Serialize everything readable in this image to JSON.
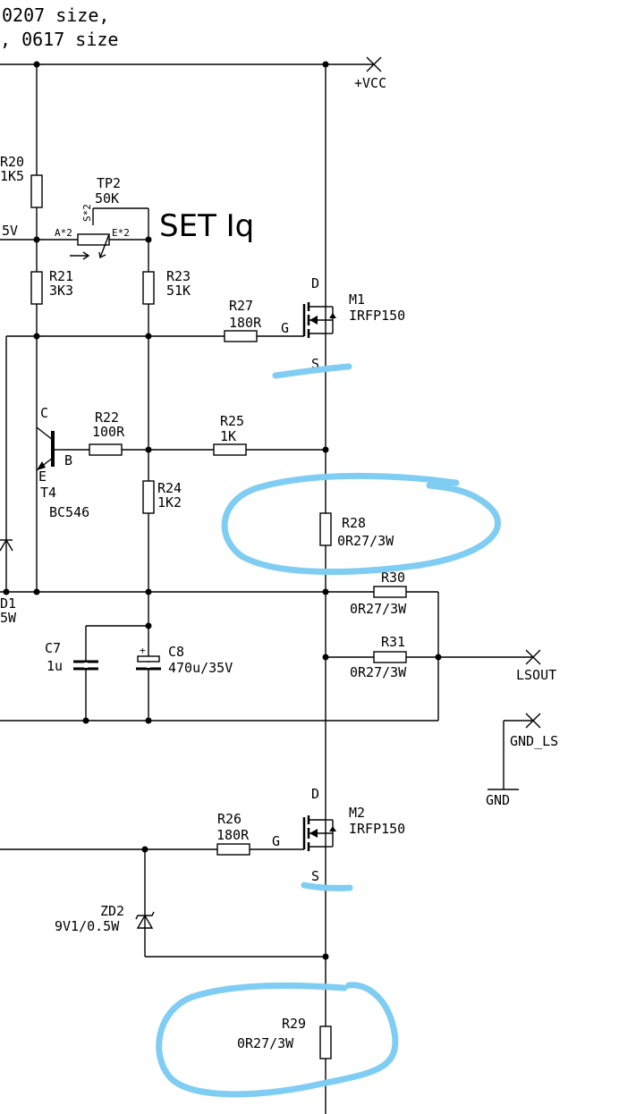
{
  "header": {
    "line1": "0207 size,",
    "line2": ", 0617 size"
  },
  "nets": {
    "vcc": "+VCC",
    "lsout": "LSOUT",
    "gnd_ls": "GND_LS",
    "gnd": "GND",
    "v5_label": "5V"
  },
  "annotation": {
    "set_iq": "SET Iq"
  },
  "components": {
    "r20": {
      "ref": "R20",
      "value": "1K5"
    },
    "tp2": {
      "ref": "TP2",
      "value": "50K",
      "pin_s": "S*2",
      "pin_a": "A*2",
      "pin_e": "E*2"
    },
    "r21": {
      "ref": "R21",
      "value": "3K3"
    },
    "r23": {
      "ref": "R23",
      "value": "51K"
    },
    "r27": {
      "ref": "R27",
      "value": "180R"
    },
    "m1": {
      "ref": "M1",
      "value": "IRFP150",
      "pin_d": "D",
      "pin_g": "G",
      "pin_s": "S"
    },
    "r22": {
      "ref": "R22",
      "value": "100R"
    },
    "r25": {
      "ref": "R25",
      "value": "1K"
    },
    "t4": {
      "ref": "T4",
      "value": "BC546",
      "pin_c": "C",
      "pin_b": "B",
      "pin_e": "E"
    },
    "r24": {
      "ref": "R24",
      "value": "1K2"
    },
    "r28": {
      "ref": "R28",
      "value": "0R27/3W"
    },
    "d1": {
      "ref": "D1",
      "value": "5W"
    },
    "r30": {
      "ref": "R30",
      "value": "0R27/3W"
    },
    "r31": {
      "ref": "R31",
      "value": "0R27/3W"
    },
    "c7": {
      "ref": "C7",
      "value": "1u"
    },
    "c8": {
      "ref": "C8",
      "value": "470u/35V",
      "polarity": "+"
    },
    "m2": {
      "ref": "M2",
      "value": "IRFP150",
      "pin_d": "D",
      "pin_g": "G",
      "pin_s": "S"
    },
    "r26": {
      "ref": "R26",
      "value": "180R"
    },
    "zd2": {
      "ref": "ZD2",
      "value": "9V1/0.5W"
    },
    "r29": {
      "ref": "R29",
      "value": "0R27/3W"
    }
  },
  "colors": {
    "wire": "#000000",
    "highlight": "#7fcdf2"
  }
}
